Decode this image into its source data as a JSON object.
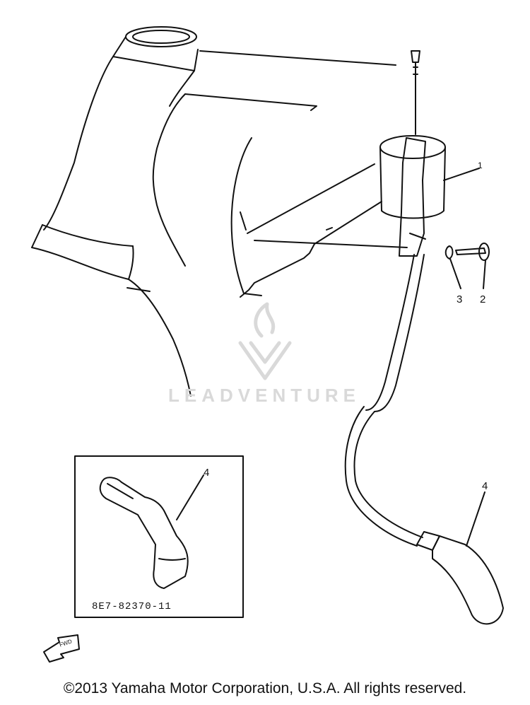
{
  "diagram": {
    "callouts": {
      "one": "1",
      "two": "2",
      "three": "3",
      "four_main": "4",
      "four_inset": "4"
    },
    "inset_part_number": "8E7-82370-11",
    "direction_marker": "FWD",
    "watermark": "LEADVENTURE"
  },
  "footer": {
    "copyright": "©2013 Yamaha Motor Corporation, U.S.A. All rights reserved."
  },
  "colors": {
    "line": "#111111",
    "watermark": "#d9d9d9",
    "background": "#ffffff"
  }
}
